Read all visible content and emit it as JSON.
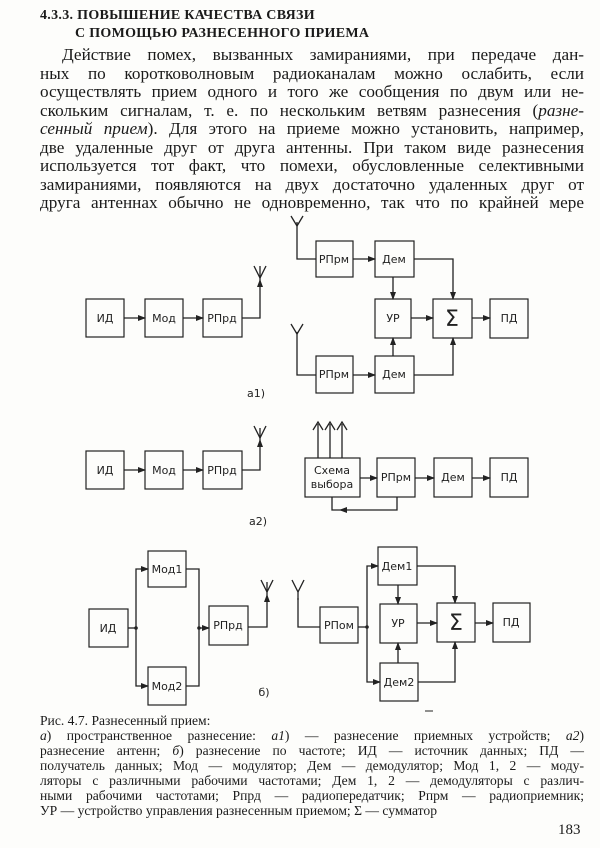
{
  "section": {
    "number": "4.3.3.",
    "title_line1": "ПОВЫШЕНИЕ КАЧЕСТВА СВЯЗИ",
    "title_line2": "С ПОМОЩЬЮ РАЗНЕСЕННОГО ПРИЕМА"
  },
  "body": {
    "l1": "Действие помех, вызванных замираниями, при передаче дан-",
    "l2": "ных по коротковолновым радиоканалам можно ослабить, если",
    "l3": "осуществлять прием одного и того же сообщения по двум или не-",
    "l4a": "скольким сигналам, т. е. по нескольким ветвям разнесения (",
    "l4b": "разне-",
    "l5a": "сенный прием",
    "l5b": "). Для этого на приеме можно установить, например,",
    "l6": "две удаленные друг от друга антенны. При таком виде разнесения",
    "l7": "используется тот факт, что помехи, обусловленные селективными",
    "l8": "замираниями, появляются на двух достаточно удаленных друг от",
    "l9": "друга антеннах обычно не одновременно, так что по крайней мере"
  },
  "diagram": {
    "id": "ИД",
    "mod": "Мод",
    "rprd": "РПрд",
    "rprm": "РПрм",
    "dem": "Дем",
    "ur": "УР",
    "sum": "Σ",
    "pd": "ПД",
    "scheme1": "Схема",
    "scheme2": "выбора",
    "mod1": "Мод1",
    "mod2": "Мод2",
    "rpom": "РПом",
    "dem1": "Дем1",
    "dem2": "Дем2",
    "cap_a1": "а1)",
    "cap_a2": "а2)",
    "cap_b": "б)"
  },
  "caption": {
    "c0": "Рис. 4.7. Разнесенный прием:",
    "c1a": "а",
    "c1b": ") пространственное разнесение: ",
    "c1c": "а1",
    "c1d": ") — разнесение приемных устройств; ",
    "c1e": "а2",
    "c1f": ")",
    "c2a": "разнесение антенн; ",
    "c2b": "б",
    "c2c": ") разнесение по частоте; ИД — источник данных; ПД —",
    "c3": "получатель данных; Мод — модулятор; Дем — демодулятор; Мод 1, 2 — моду-",
    "c4": "ляторы с различными рабочими частотами; Дем 1, 2 — демодуляторы с различ-",
    "c5": "ными рабочими частотами; Рпрд — радиопередатчик; Рпрм — радиоприемник;",
    "c6": "УР — устройство управления разнесенным приемом; Σ — сумматор"
  },
  "page_number": "183"
}
